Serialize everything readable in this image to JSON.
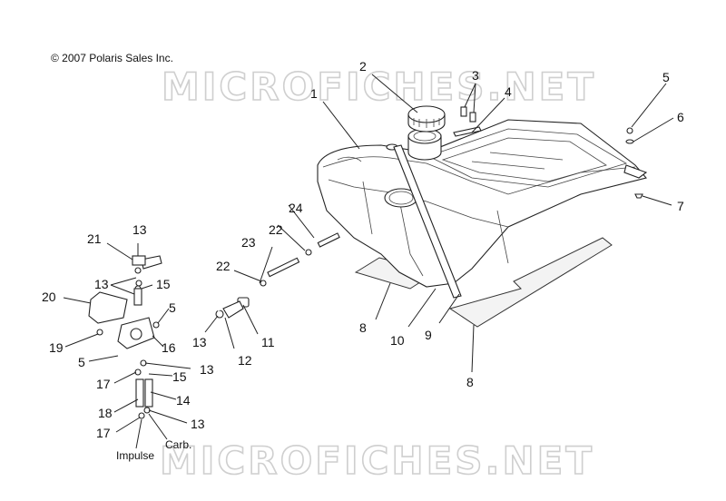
{
  "copyright": "© 2007 Polaris Sales Inc.",
  "watermarks": [
    "MICROFICHES.NET",
    "MICROFICHES.NET"
  ],
  "callouts": {
    "c1": "1",
    "c2": "2",
    "c3": "3",
    "c4": "4",
    "c5a": "5",
    "c6": "6",
    "c7": "7",
    "c8a": "8",
    "c8b": "8",
    "c9": "9",
    "c10": "10",
    "c11": "11",
    "c12": "12",
    "c13a": "13",
    "c13b": "13",
    "c13c": "13",
    "c13d": "13",
    "c13e": "13",
    "c14": "14",
    "c15a": "15",
    "c15b": "15",
    "c16": "16",
    "c17a": "17",
    "c17b": "17",
    "c18": "18",
    "c19": "19",
    "c20": "20",
    "c21": "21",
    "c22a": "22",
    "c22b": "22",
    "c23": "23",
    "c24": "24",
    "c5b": "5",
    "c5c": "5"
  },
  "hose_labels": {
    "impulse": "Impulse",
    "carb": "Carb."
  }
}
